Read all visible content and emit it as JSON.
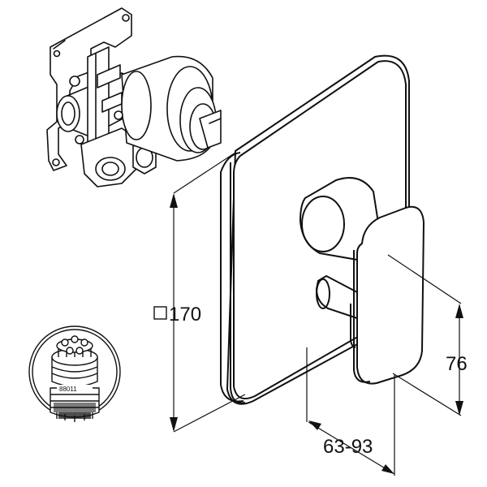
{
  "dimensions": {
    "plate_size": "170",
    "handle_height": "76",
    "projection_range": "63-93"
  },
  "part_number": "88011"
}
